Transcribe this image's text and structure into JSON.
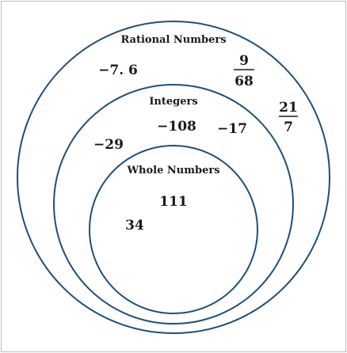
{
  "colors": {
    "circle_stroke": "#1f4e79",
    "frame_stroke": "#bdbdbd",
    "text": "#1a1a1a"
  },
  "sets": {
    "rational": {
      "label": "Rational Numbers"
    },
    "integers": {
      "label": "Integers"
    },
    "whole": {
      "label": "Whole Numbers"
    }
  },
  "numbers": {
    "rational_decimal": "−7. 6",
    "rational_frac_a": {
      "numerator": "9",
      "denominator": "68"
    },
    "rational_frac_b": {
      "numerator": "21",
      "denominator": "7"
    },
    "integer_neg29": "−29",
    "integer_neg108": "−108",
    "integer_neg17": "−17",
    "whole_111": "111",
    "whole_34": "34"
  }
}
